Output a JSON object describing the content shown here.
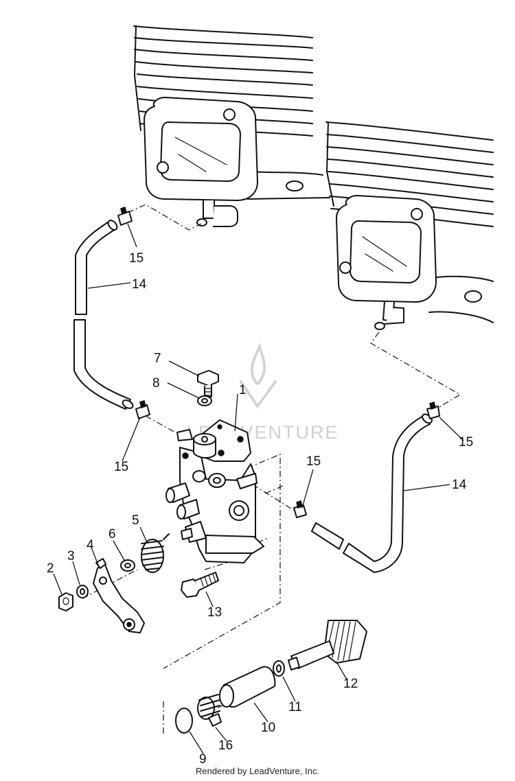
{
  "diagram": {
    "callouts": {
      "c1": "1",
      "c2": "2",
      "c3": "3",
      "c4": "4",
      "c5": "5",
      "c6": "6",
      "c7": "7",
      "c8": "8",
      "c9": "9",
      "c10": "10",
      "c11": "11",
      "c12": "12",
      "c13": "13",
      "c14a": "14",
      "c14b": "14",
      "c15a": "15",
      "c15b": "15",
      "c15c": "15",
      "c15d": "15",
      "c16": "16"
    },
    "watermark": "LEADVENTURE",
    "credit": "Rendered by LeadVenture, Inc."
  }
}
